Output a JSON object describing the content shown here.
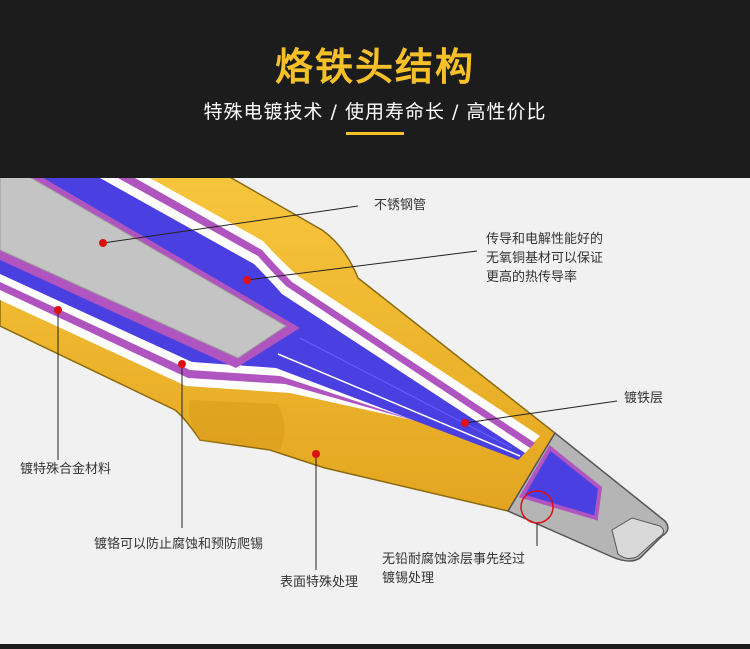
{
  "header": {
    "title": "烙铁头结构",
    "subtitle": "特殊电镀技术 / 使用寿命长 / 高性价比"
  },
  "labels": {
    "stainless_tube": "不锈钢管",
    "copper_core_1": "传导和电解性能好的",
    "copper_core_2": "无氧铜基材可以保证",
    "copper_core_3": "更高的热传导率",
    "iron_plating": "镀铁层",
    "alloy_material": "镀特殊合金材料",
    "chrome_plating": "镀铬可以防止腐蚀和预防爬锡",
    "surface_treatment": "表面特殊处理",
    "lead_free_1": "无铅耐腐蚀涂层事先经过",
    "lead_free_2": "镀锡处理"
  },
  "colors": {
    "accent": "#f6c028",
    "dark": "#1c1c1c",
    "gold": "#f0b92e",
    "purple": "#b055c0",
    "blue": "#4a3fe0",
    "gray": "#bdbdbd",
    "marker": "#dd1111"
  }
}
